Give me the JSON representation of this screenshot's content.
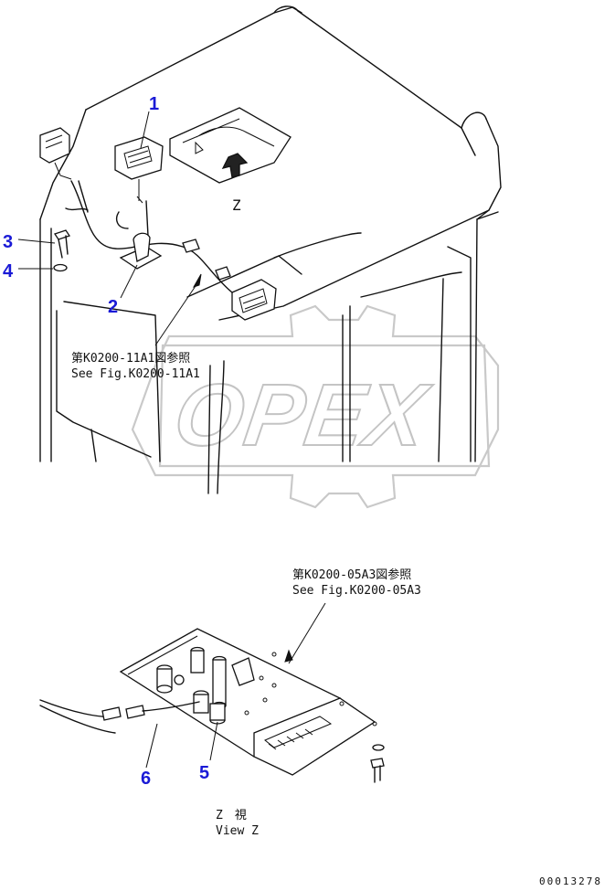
{
  "callouts": [
    "1",
    "2",
    "3",
    "4",
    "5",
    "6"
  ],
  "view_marker": "Z",
  "notes": {
    "cab_ref_jp": "第K0200-11A1図参照",
    "cab_ref_en": "See Fig.K0200-11A1",
    "plate_ref_jp": "第K0200-05A3図参照",
    "plate_ref_en": "See Fig.K0200-05A3",
    "view_title_jp": "Z　視",
    "view_title_en": "View Z"
  },
  "watermark": "OPEX",
  "drawing_number": "00013278"
}
